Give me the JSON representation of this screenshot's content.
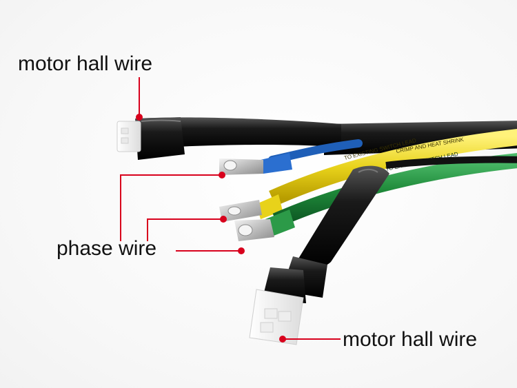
{
  "labels": {
    "motor_hall_wire_top": "motor hall wire",
    "phase_wire": "phase wire",
    "motor_hall_wire_bottom": "motor hall wire"
  },
  "wire_print": {
    "yellow_text": "TO EXISTING SWITCH LEAD",
    "yellow_text_2": "CRIMP AND HEAT SHRINK",
    "green_text": "TO EXISTING SWITCH LEAD"
  },
  "colors": {
    "callout": "#d8001c",
    "sheath": "#111111",
    "yellow_wire": "#e8d21a",
    "green_wire": "#1f8a3a",
    "blue_wire": "#1f5fb8"
  }
}
